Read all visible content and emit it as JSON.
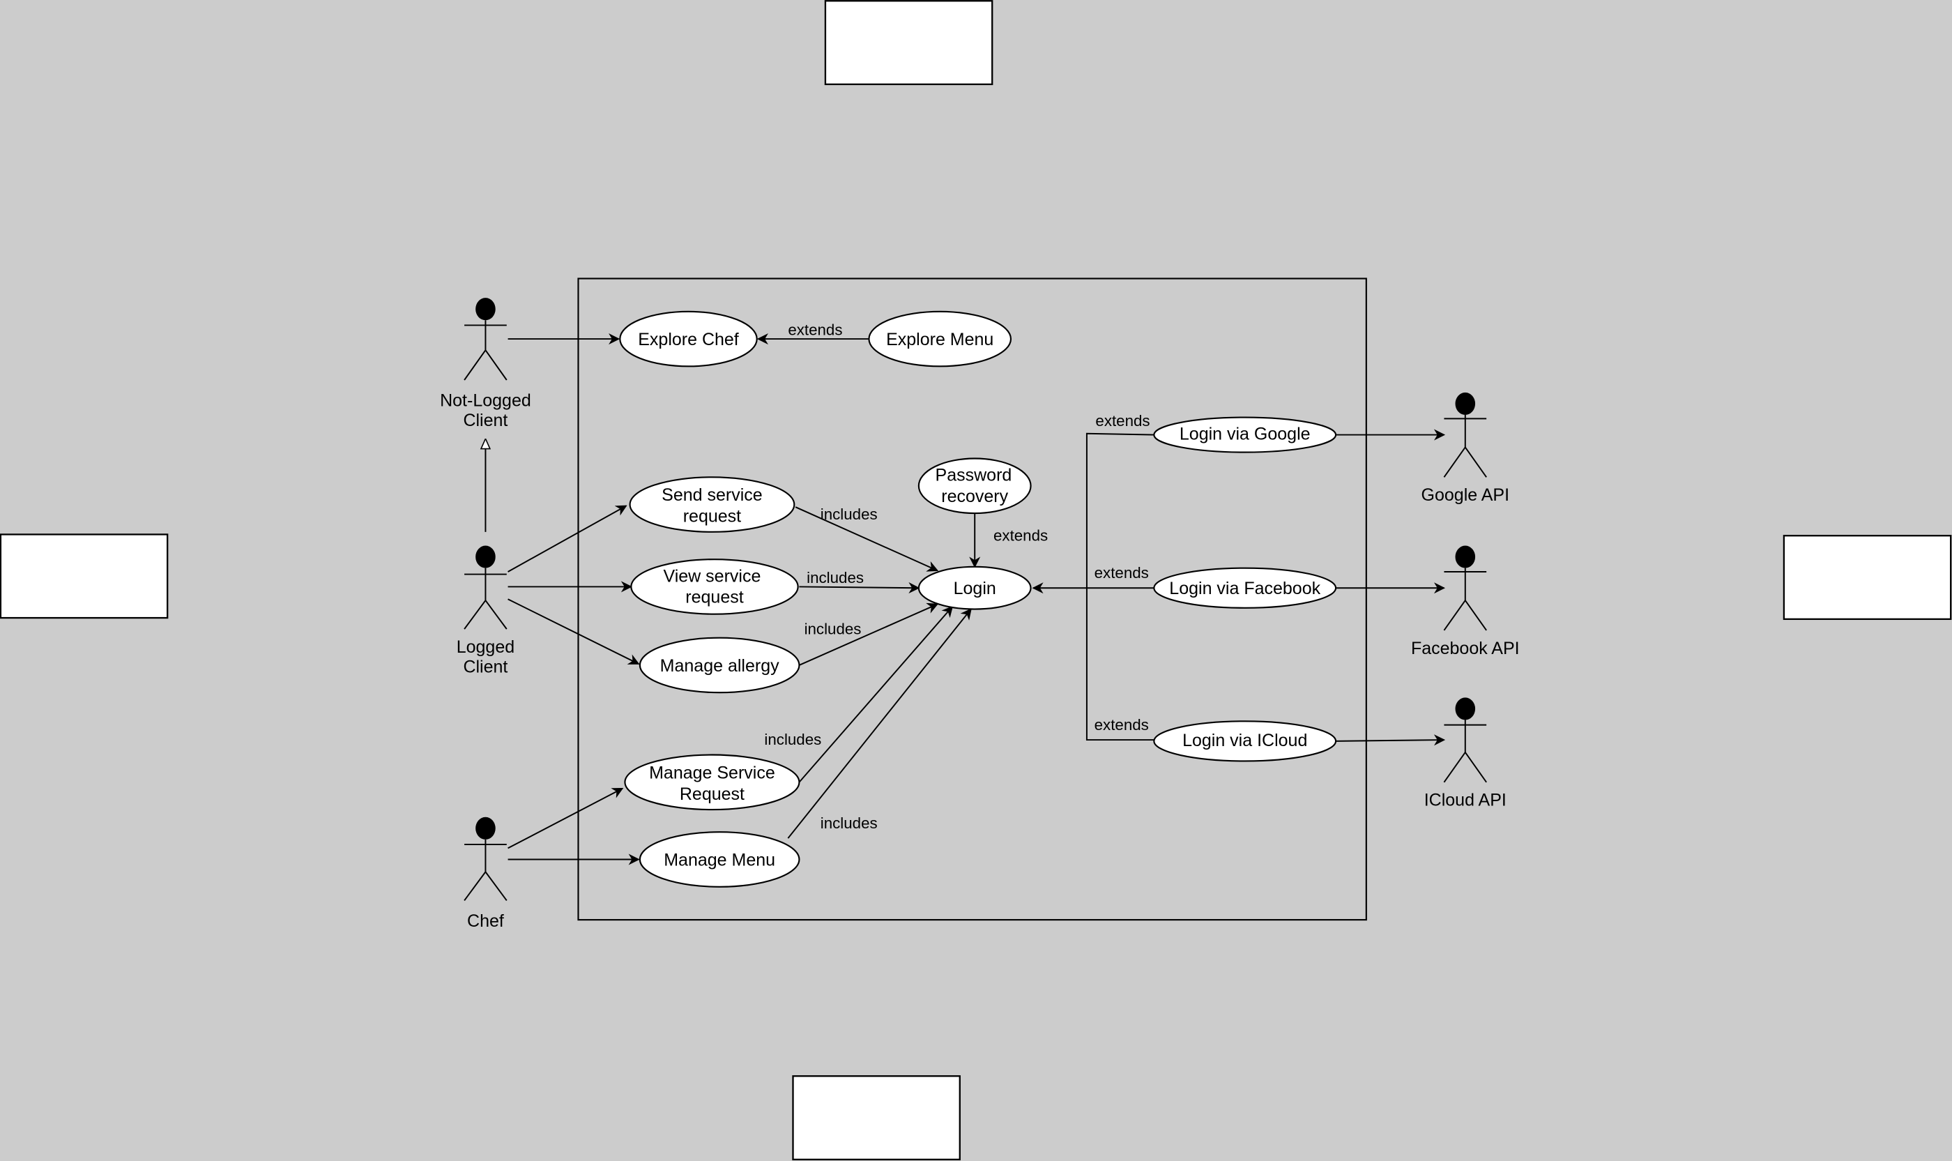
{
  "diagram": {
    "type": "UML use case diagram",
    "background": "#cccccc",
    "actors": [
      {
        "id": "not-logged-client",
        "label": [
          "Not-Logged",
          "Client"
        ]
      },
      {
        "id": "logged-client",
        "label": [
          "Logged",
          "Client"
        ]
      },
      {
        "id": "chef",
        "label": [
          "Chef"
        ]
      },
      {
        "id": "google-api",
        "label": [
          "Google API"
        ]
      },
      {
        "id": "facebook-api",
        "label": [
          "Facebook API"
        ]
      },
      {
        "id": "icloud-api",
        "label": [
          "ICloud API"
        ]
      }
    ],
    "use_cases": [
      {
        "id": "explore-chef",
        "label": [
          "Explore Chef"
        ]
      },
      {
        "id": "explore-menu",
        "label": [
          "Explore Menu"
        ]
      },
      {
        "id": "send-service-request",
        "label": [
          "Send service",
          "request"
        ]
      },
      {
        "id": "view-service-request",
        "label": [
          "View service",
          "request"
        ]
      },
      {
        "id": "manage-allergy",
        "label": [
          "Manage allergy"
        ]
      },
      {
        "id": "password-recovery",
        "label": [
          "Password",
          "recovery"
        ]
      },
      {
        "id": "login",
        "label": [
          "Login"
        ]
      },
      {
        "id": "manage-service-request",
        "label": [
          "Manage Service",
          "Request"
        ]
      },
      {
        "id": "manage-menu",
        "label": [
          "Manage Menu"
        ]
      },
      {
        "id": "login-google",
        "label": [
          "Login via Google"
        ]
      },
      {
        "id": "login-facebook",
        "label": [
          "Login via Facebook"
        ]
      },
      {
        "id": "login-icloud",
        "label": [
          "Login via ICloud"
        ]
      }
    ],
    "relations": [
      {
        "from": "not-logged-client",
        "to": "explore-chef",
        "label": ""
      },
      {
        "from": "explore-menu",
        "to": "explore-chef",
        "label": "extends"
      },
      {
        "from": "logged-client",
        "to": "not-logged-client",
        "label": "",
        "kind": "generalization"
      },
      {
        "from": "logged-client",
        "to": "send-service-request",
        "label": ""
      },
      {
        "from": "logged-client",
        "to": "view-service-request",
        "label": ""
      },
      {
        "from": "logged-client",
        "to": "manage-allergy",
        "label": ""
      },
      {
        "from": "send-service-request",
        "to": "login",
        "label": "includes"
      },
      {
        "from": "view-service-request",
        "to": "login",
        "label": "includes"
      },
      {
        "from": "manage-allergy",
        "to": "login",
        "label": "includes"
      },
      {
        "from": "password-recovery",
        "to": "login",
        "label": "extends"
      },
      {
        "from": "manage-service-request",
        "to": "login",
        "label": "includes"
      },
      {
        "from": "manage-menu",
        "to": "login",
        "label": "includes"
      },
      {
        "from": "chef",
        "to": "manage-service-request",
        "label": ""
      },
      {
        "from": "chef",
        "to": "manage-menu",
        "label": ""
      },
      {
        "from": "login-google",
        "to": "login",
        "label": "extends"
      },
      {
        "from": "login-facebook",
        "to": "login",
        "label": "extends"
      },
      {
        "from": "login-icloud",
        "to": "login",
        "label": "extends"
      },
      {
        "from": "login-google",
        "to": "google-api",
        "label": ""
      },
      {
        "from": "login-facebook",
        "to": "facebook-api",
        "label": ""
      },
      {
        "from": "login-icloud",
        "to": "icloud-api",
        "label": ""
      }
    ],
    "edge_labels": {
      "extends": "extends",
      "includes": "includes"
    }
  }
}
